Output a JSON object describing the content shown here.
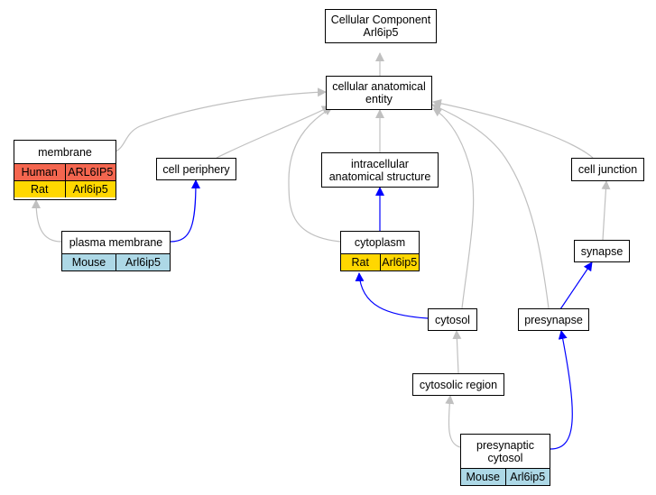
{
  "nodes": {
    "root": {
      "line1": "Cellular Component",
      "line2": "Arl6ip5"
    },
    "cae": {
      "line1": "cellular anatomical",
      "line2": "entity"
    },
    "membrane": {
      "label": "membrane",
      "rows": [
        {
          "species": "Human",
          "gene": "ARL6IP5"
        },
        {
          "species": "Rat",
          "gene": "Arl6ip5"
        }
      ]
    },
    "cell_periphery": {
      "label": "cell periphery"
    },
    "intracellular": {
      "line1": "intracellular",
      "line2": "anatomical structure"
    },
    "cell_junction": {
      "label": "cell junction"
    },
    "plasma_membrane": {
      "label": "plasma membrane",
      "rows": [
        {
          "species": "Mouse",
          "gene": "Arl6ip5"
        }
      ]
    },
    "cytoplasm": {
      "label": "cytoplasm",
      "rows": [
        {
          "species": "Rat",
          "gene": "Arl6ip5"
        }
      ]
    },
    "synapse": {
      "label": "synapse"
    },
    "cytosol": {
      "label": "cytosol"
    },
    "presynapse": {
      "label": "presynapse"
    },
    "cytosolic_region": {
      "label": "cytosolic region"
    },
    "presynaptic_cytosol": {
      "line1": "presynaptic",
      "line2": "cytosol",
      "rows": [
        {
          "species": "Mouse",
          "gene": "Arl6ip5"
        }
      ]
    }
  },
  "colors": {
    "is_a_edge": "#c0c0c0",
    "part_of_edge": "#0000ff",
    "human": "#f4664f",
    "rat": "#ffd700",
    "mouse": "#add8e6"
  },
  "edges": [
    {
      "from": "cae",
      "to": "root",
      "type": "is_a"
    },
    {
      "from": "membrane",
      "to": "cae",
      "type": "is_a"
    },
    {
      "from": "cell_periphery",
      "to": "cae",
      "type": "is_a"
    },
    {
      "from": "intracellular",
      "to": "cae",
      "type": "is_a"
    },
    {
      "from": "cytoplasm",
      "to": "cae",
      "type": "is_a"
    },
    {
      "from": "cytosol",
      "to": "cae",
      "type": "is_a"
    },
    {
      "from": "presynapse",
      "to": "cae",
      "type": "is_a"
    },
    {
      "from": "cell_junction",
      "to": "cae",
      "type": "is_a"
    },
    {
      "from": "plasma_membrane",
      "to": "membrane",
      "type": "is_a"
    },
    {
      "from": "plasma_membrane",
      "to": "cell_periphery",
      "type": "part_of"
    },
    {
      "from": "cytoplasm",
      "to": "intracellular",
      "type": "part_of"
    },
    {
      "from": "cytosol",
      "to": "cytoplasm",
      "type": "part_of"
    },
    {
      "from": "synapse",
      "to": "cell_junction",
      "type": "is_a"
    },
    {
      "from": "presynapse",
      "to": "synapse",
      "type": "part_of"
    },
    {
      "from": "cytosolic_region",
      "to": "cytosol",
      "type": "is_a"
    },
    {
      "from": "presynaptic_cytosol",
      "to": "cytosolic_region",
      "type": "is_a"
    },
    {
      "from": "presynaptic_cytosol",
      "to": "presynapse",
      "type": "part_of"
    }
  ]
}
